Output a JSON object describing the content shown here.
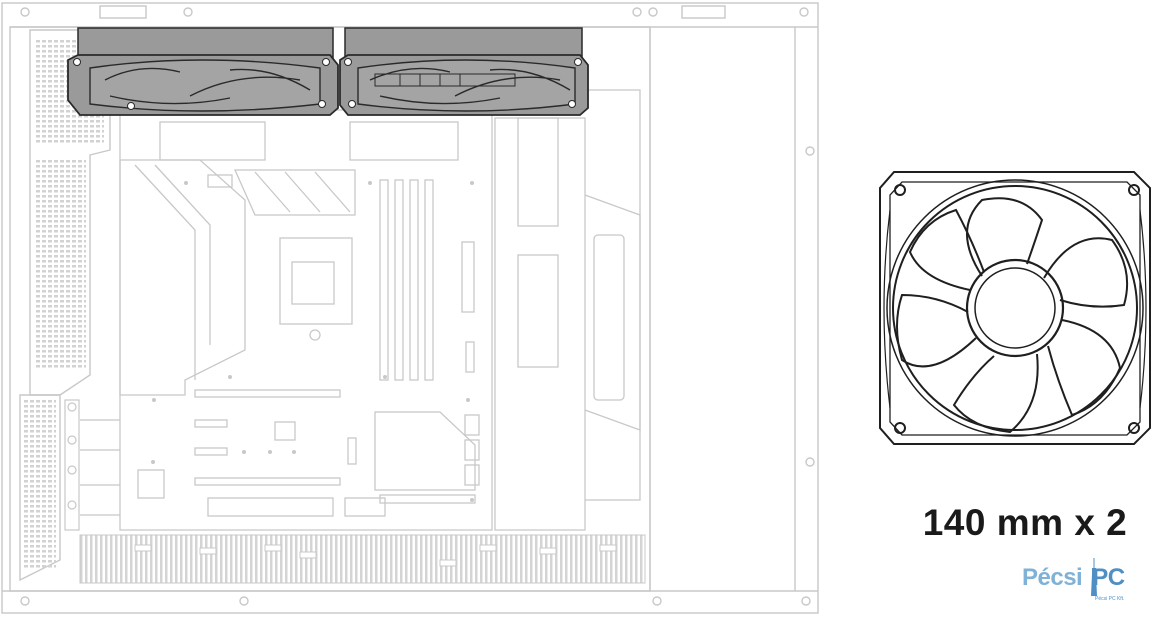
{
  "diagram": {
    "fan_size_label": "140 mm x 2",
    "fan_count": 2
  },
  "logo": {
    "text_left": "Pécsi",
    "text_right": "PC",
    "sub_text": "Pécsi PC Kft."
  },
  "colors": {
    "line": "#c8c8c8",
    "fan_fill": "#9a9a9a",
    "fan_stroke": "#2a2a2a",
    "label": "#1a1a1a",
    "logo_blue": "#4f8fc4",
    "logo_light_blue": "#7fb2d6"
  },
  "icons": [
    "fan-icon",
    "case-diagram",
    "pecsipc-logo"
  ]
}
